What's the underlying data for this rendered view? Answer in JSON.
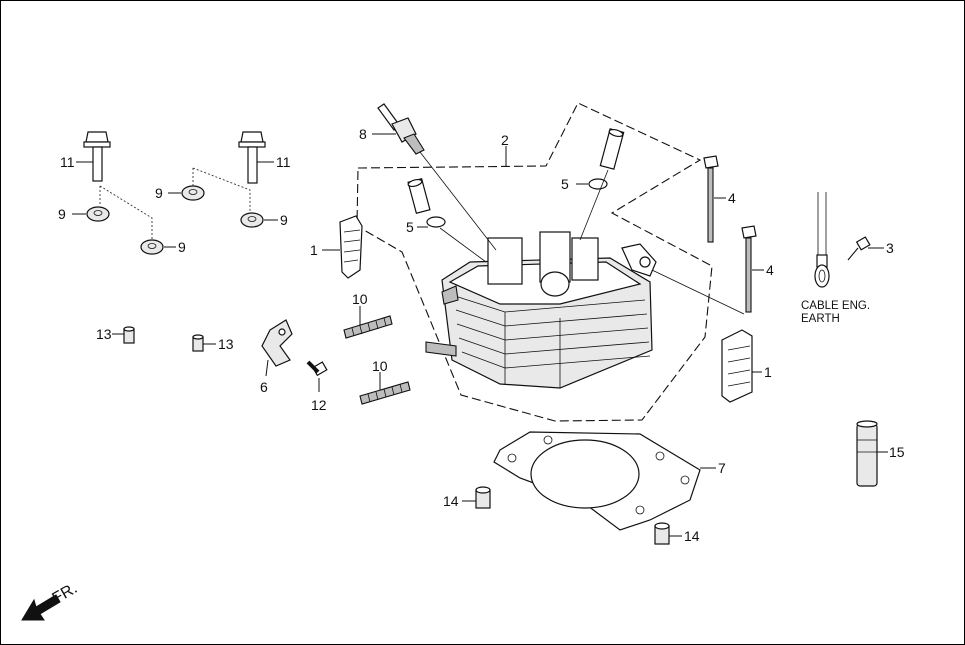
{
  "callouts": {
    "c1a": "1",
    "c1b": "1",
    "c2": "2",
    "c3": "3",
    "c4a": "4",
    "c4b": "4",
    "c5a": "5",
    "c5b": "5",
    "c6": "6",
    "c7": "7",
    "c8": "8",
    "c9a": "9",
    "c9b": "9",
    "c9c": "9",
    "c9d": "9",
    "c10a": "10",
    "c10b": "10",
    "c11a": "11",
    "c11b": "11",
    "c12": "12",
    "c13a": "13",
    "c13b": "13",
    "c14a": "14",
    "c14b": "14",
    "c15": "15"
  },
  "notes": {
    "cable_line1": "CABLE ENG.",
    "cable_line2": "EARTH"
  },
  "direction": {
    "label": "FR."
  }
}
